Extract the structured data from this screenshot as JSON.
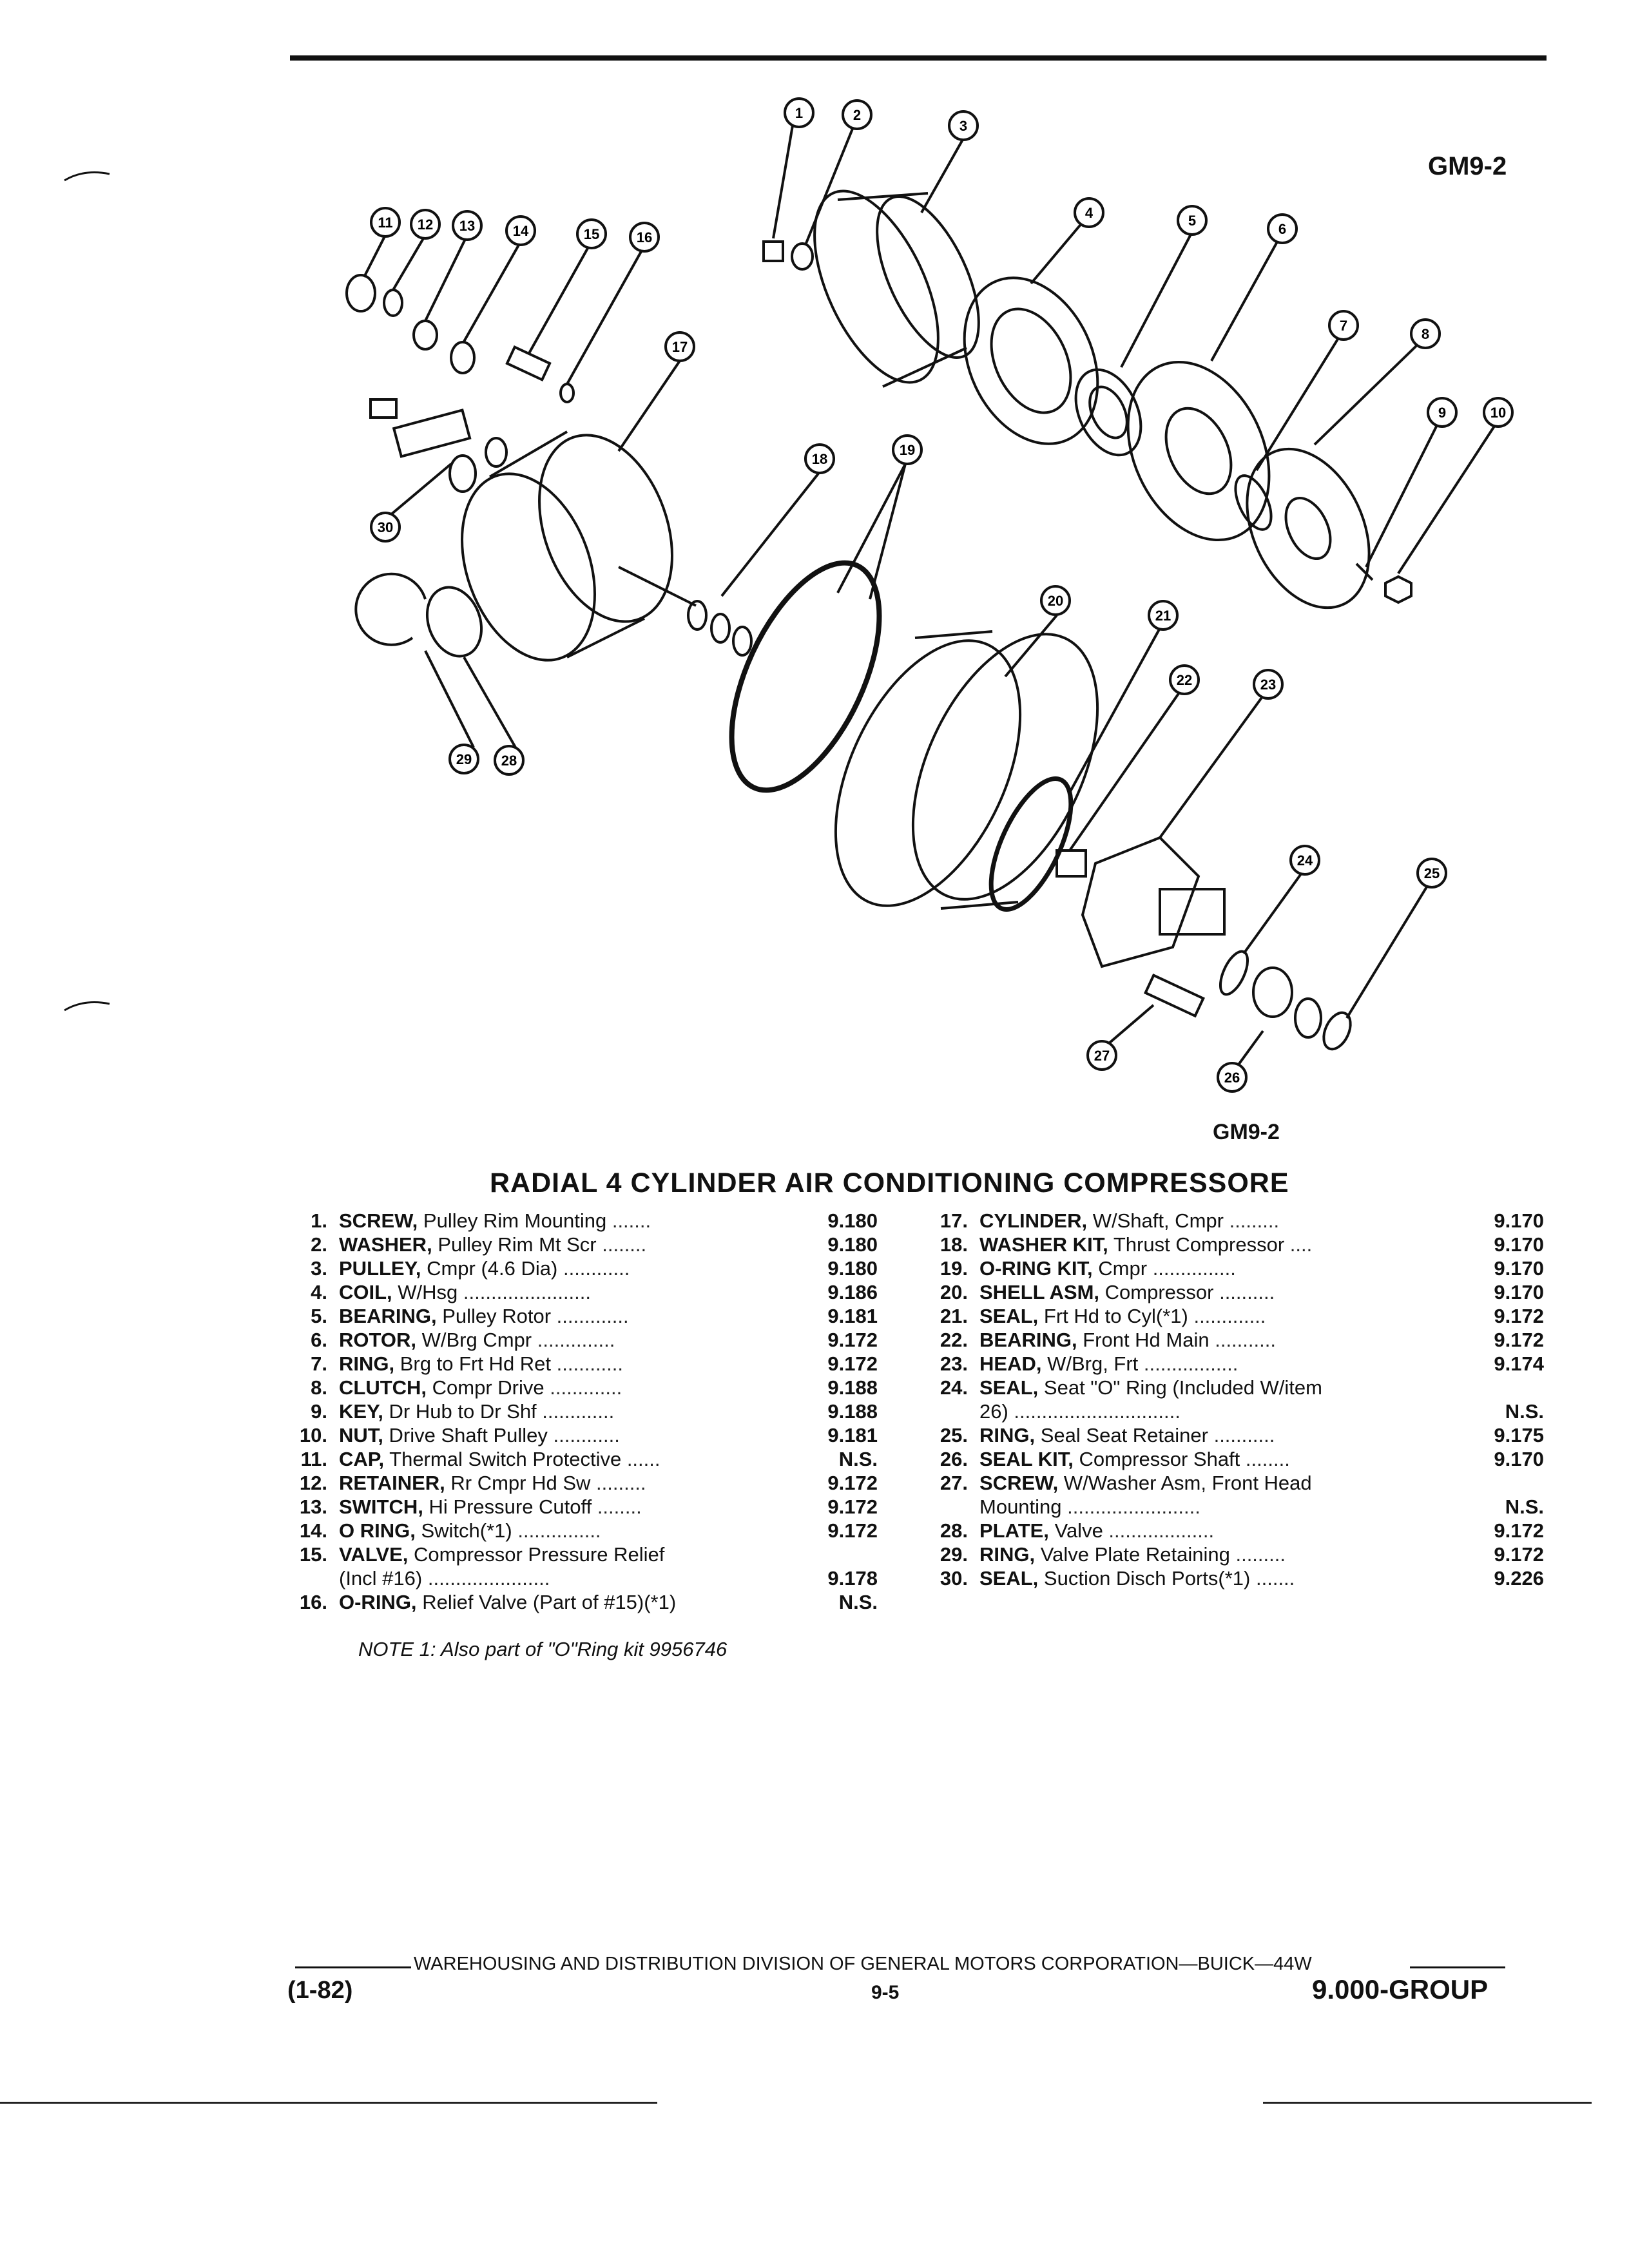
{
  "diagram_code_top": "GM9-2",
  "diagram_code_bottom": "GM9-2",
  "title": "RADIAL 4 CYLINDER AIR CONDITIONING COMPRESSORE",
  "callouts": [
    "1",
    "2",
    "3",
    "4",
    "5",
    "6",
    "7",
    "8",
    "9",
    "10",
    "11",
    "12",
    "13",
    "14",
    "15",
    "16",
    "17",
    "18",
    "19",
    "20",
    "21",
    "22",
    "23",
    "24",
    "25",
    "26",
    "27",
    "28",
    "29",
    "30"
  ],
  "parts_left": [
    {
      "num": "1.",
      "name": "SCREW,",
      "desc": "Pulley Rim Mounting",
      "dots": " .......",
      "group": "9.180"
    },
    {
      "num": "2.",
      "name": "WASHER,",
      "desc": "Pulley Rim Mt Scr",
      "dots": " ........",
      "group": "9.180"
    },
    {
      "num": "3.",
      "name": "PULLEY,",
      "desc": "Cmpr (4.6 Dia)",
      "dots": " ............",
      "group": "9.180"
    },
    {
      "num": "4.",
      "name": "COIL,",
      "desc": "W/Hsg",
      "dots": " .......................",
      "group": "9.186"
    },
    {
      "num": "5.",
      "name": "BEARING,",
      "desc": "Pulley Rotor",
      "dots": " .............",
      "group": "9.181"
    },
    {
      "num": "6.",
      "name": "ROTOR,",
      "desc": "W/Brg Cmpr",
      "dots": " ..............",
      "group": "9.172"
    },
    {
      "num": "7.",
      "name": "RING,",
      "desc": "Brg to Frt Hd Ret",
      "dots": " ............",
      "group": "9.172"
    },
    {
      "num": "8.",
      "name": "CLUTCH,",
      "desc": "Compr Drive",
      "dots": " .............",
      "group": "9.188"
    },
    {
      "num": "9.",
      "name": "KEY,",
      "desc": "Dr Hub to Dr Shf",
      "dots": " .............",
      "group": "9.188"
    },
    {
      "num": "10.",
      "name": "NUT,",
      "desc": "Drive Shaft Pulley",
      "dots": " ............",
      "group": "9.181"
    },
    {
      "num": "11.",
      "name": "CAP,",
      "desc": "Thermal Switch Protective",
      "dots": " ......",
      "group": "N.S."
    },
    {
      "num": "12.",
      "name": "RETAINER,",
      "desc": "Rr Cmpr Hd Sw",
      "dots": " .........",
      "group": "9.172"
    },
    {
      "num": "13.",
      "name": "SWITCH,",
      "desc": "Hi Pressure Cutoff",
      "dots": " ........",
      "group": "9.172"
    },
    {
      "num": "14.",
      "name": "O RING,",
      "desc": "Switch(*1)",
      "dots": " ...............",
      "group": "9.172"
    },
    {
      "num": "15.",
      "name": "VALVE,",
      "desc": "Compressor Pressure Relief",
      "dots": "",
      "group": ""
    },
    {
      "num": "",
      "name": "",
      "desc": "(Incl #16)",
      "dots": " ......................",
      "group": "9.178"
    },
    {
      "num": "16.",
      "name": "O-RING,",
      "desc": "Relief Valve (Part of #15)(*1)",
      "dots": "",
      "group": "N.S."
    }
  ],
  "parts_right": [
    {
      "num": "17.",
      "name": "CYLINDER,",
      "desc": "W/Shaft, Cmpr",
      "dots": " .........",
      "group": "9.170"
    },
    {
      "num": "18.",
      "name": "WASHER KIT,",
      "desc": "Thrust Compressor",
      "dots": " ....",
      "group": "9.170"
    },
    {
      "num": "19.",
      "name": "O-RING KIT,",
      "desc": "Cmpr",
      "dots": " ...............",
      "group": "9.170"
    },
    {
      "num": "20.",
      "name": "SHELL ASM,",
      "desc": "Compressor",
      "dots": " ..........",
      "group": "9.170"
    },
    {
      "num": "21.",
      "name": "SEAL,",
      "desc": "Frt Hd to Cyl(*1)",
      "dots": " .............",
      "group": "9.172"
    },
    {
      "num": "22.",
      "name": "BEARING,",
      "desc": "Front Hd Main",
      "dots": " ...........",
      "group": "9.172"
    },
    {
      "num": "23.",
      "name": "HEAD,",
      "desc": "W/Brg, Frt",
      "dots": " .................",
      "group": "9.174"
    },
    {
      "num": "24.",
      "name": "SEAL,",
      "desc": "Seat \"O\" Ring (Included W/item",
      "dots": "",
      "group": ""
    },
    {
      "num": "",
      "name": "",
      "desc": "26)",
      "dots": " ..............................",
      "group": "N.S."
    },
    {
      "num": "25.",
      "name": "RING,",
      "desc": "Seal Seat Retainer",
      "dots": " ...........",
      "group": "9.175"
    },
    {
      "num": "26.",
      "name": "SEAL KIT,",
      "desc": "Compressor Shaft",
      "dots": " ........",
      "group": "9.170"
    },
    {
      "num": "27.",
      "name": "SCREW,",
      "desc": "W/Washer Asm, Front Head",
      "dots": "",
      "group": ""
    },
    {
      "num": "",
      "name": "",
      "desc": "Mounting",
      "dots": " ........................",
      "group": "N.S."
    },
    {
      "num": "28.",
      "name": "PLATE,",
      "desc": "Valve",
      "dots": " ...................",
      "group": "9.172"
    },
    {
      "num": "29.",
      "name": "RING,",
      "desc": "Valve Plate Retaining",
      "dots": " .........",
      "group": "9.172"
    },
    {
      "num": "30.",
      "name": "SEAL,",
      "desc": "Suction Disch Ports(*1)",
      "dots": " .......",
      "group": "9.226"
    }
  ],
  "note": "NOTE 1: Also part of \"O\"Ring kit 9956746",
  "footer_line": "WAREHOUSING AND DISTRIBUTION DIVISION OF GENERAL MOTORS CORPORATION—BUICK—44W",
  "footer_left": "(1-82)",
  "footer_center": "9-5",
  "footer_right": "9.000-GROUP"
}
